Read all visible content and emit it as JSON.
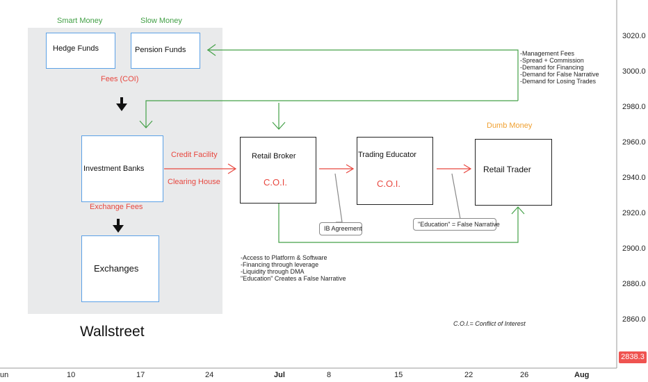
{
  "labels": {
    "smart_money": "Smart Money",
    "slow_money": "Slow Money",
    "fees_coi": "Fees (COI)",
    "credit_facility": "Credit Facility",
    "clearing_house": "Clearing House",
    "exchange_fees": "Exchange Fees",
    "dumb_money": "Dumb Money",
    "wallstreet": "Wallstreet",
    "coi_definition": "C.O.I.= Conflict of Interest"
  },
  "boxes": {
    "hedge_funds": "Hedge Funds",
    "pension_funds": "Pension Funds",
    "investment_banks": "Investment Banks",
    "exchanges": "Exchanges",
    "retail_broker": "Retail Broker",
    "trading_educator": "Trading Educator",
    "retail_trader": "Retail Trader",
    "coi_mark": "C.O.I."
  },
  "callouts": {
    "ib_agreement": "IB Agreement",
    "education_false": "\"Education\" = False Narrative"
  },
  "fee_list": [
    "-Management Fees",
    "-Spread + Commission",
    "-Demand for Financing",
    "-Demand for False Narrative",
    "-Demand for Losing Trades"
  ],
  "broker_list": [
    "-Access to Platform & Software",
    "-Financing through leverage",
    "-Liquidity through DMA",
    "\"Education\" Creates a False Narrative"
  ],
  "price_axis": {
    "ticks": [
      "3020.0",
      "3000.0",
      "2980.0",
      "2960.0",
      "2940.0",
      "2920.0",
      "2900.0",
      "2880.0",
      "2860.0"
    ],
    "current_price": "2838.3",
    "current_price_color": "#ef5350"
  },
  "time_axis": {
    "ticks": [
      "un",
      "10",
      "17",
      "24",
      "Jul",
      "8",
      "15",
      "22",
      "26",
      "Aug"
    ]
  },
  "colors": {
    "green": "#43a047",
    "red": "#e8473f",
    "orange": "#f0a030",
    "blue_border": "#5aa0e6",
    "panel": "#e9eaeb"
  }
}
